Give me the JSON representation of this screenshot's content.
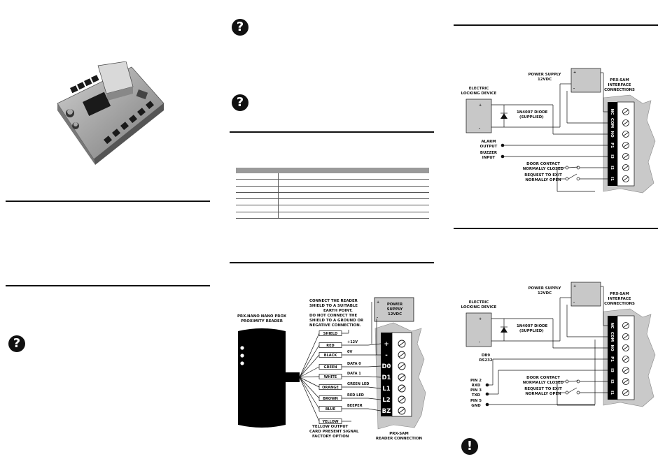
{
  "icons": {
    "question": "?",
    "warning": "!"
  },
  "table": {
    "rows": 7
  },
  "reader_diagram": {
    "reader_title": [
      "PRX-NANO NANO PROX",
      "PROXIMITY READER"
    ],
    "shield_note": [
      "CONNECT THE READER",
      "SHIELD TO A SUITABLE",
      "EARTH POINT.",
      "DO NOT CONNECT THE",
      "SHIELD TO A GROUND OR",
      "NEGATIVE CONNECTION."
    ],
    "power": [
      "POWER",
      "SUPPLY",
      "12VDC"
    ],
    "wires": [
      "SHIELD",
      "RED",
      "BLACK",
      "GREEN",
      "WHITE",
      "ORANGE",
      "BROWN",
      "BLUE",
      "YELLOW"
    ],
    "signals": [
      "+12V",
      "0V",
      "DATA 0",
      "DATA 1",
      "GREEN LED",
      "RED LED",
      "BEEPER"
    ],
    "terminals": [
      "+",
      "-",
      "D0",
      "D1",
      "L1",
      "L2",
      "BZ"
    ],
    "yellow_note": [
      "YELLOW OUTPUT",
      "CARD PRESENT SIGNAL",
      "FACTORY OPTION"
    ],
    "caption": [
      "PRX-SAM",
      "READER CONNECTION"
    ]
  },
  "diagram1": {
    "power": [
      "POWER SUPPLY",
      "12VDC"
    ],
    "locking": [
      "ELECTRIC",
      "LOCKING DEVICE"
    ],
    "interface": [
      "PRX-SAM",
      "INTERFACE",
      "CONNECTIONS"
    ],
    "diode": [
      "1N4007 DIODE",
      "(SUPPLIED)"
    ],
    "alarm": [
      "ALARM",
      "OUTPUT"
    ],
    "buzzer": [
      "BUZZER",
      "INPUT"
    ],
    "door": [
      "DOOR CONTACT",
      "NORMALLY CLOSED"
    ],
    "rte": [
      "REQUEST TO EXIT",
      "NORMALLY OPEN"
    ],
    "terminals": [
      "NC",
      "COM",
      "NO",
      "P1",
      "I3",
      "I2",
      "I1"
    ]
  },
  "diagram2": {
    "power": [
      "POWER SUPPLY",
      "12VDC"
    ],
    "locking": [
      "ELECTRIC",
      "LOCKING DEVICE"
    ],
    "interface": [
      "PRX-SAM",
      "INTERFACE",
      "CONNECTIONS"
    ],
    "diode": [
      "1N4007 DIODE",
      "(SUPPLIED)"
    ],
    "db9": [
      "DB9",
      "RS232"
    ],
    "pin2": [
      "PIN 2",
      "RXD"
    ],
    "pin3": [
      "PIN 3",
      "TXD"
    ],
    "pin5": [
      "PIN 5",
      "GND"
    ],
    "door": [
      "DOOR CONTACT",
      "NORMALLY CLOSED"
    ],
    "rte": [
      "REQUEST TO EXIT",
      "NORMALLY OPEN"
    ],
    "terminals": [
      "NC",
      "COM",
      "NO",
      "P1",
      "I3",
      "I2",
      "I1"
    ]
  }
}
